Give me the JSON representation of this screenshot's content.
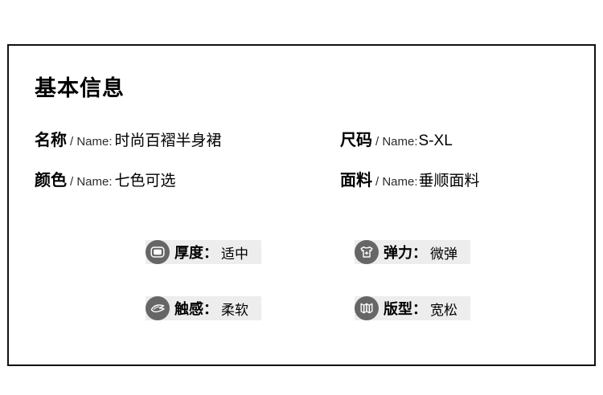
{
  "card": {
    "title": "基本信息",
    "border_color": "#111111",
    "background": "#ffffff"
  },
  "specs": [
    [
      {
        "label": "名称",
        "en": "/ Name:",
        "value": "时尚百褶半身裙",
        "name": "product-name"
      },
      {
        "label": "尺码",
        "en": "/ Name:",
        "value": "S-XL",
        "name": "product-size"
      }
    ],
    [
      {
        "label": "颜色",
        "en": "/ Name:",
        "value": "七色可选",
        "name": "product-color"
      },
      {
        "label": "面料",
        "en": "/ Name:",
        "value": "垂顺面料",
        "name": "product-fabric"
      }
    ]
  ],
  "chips": [
    [
      {
        "icon": "folded-fabric-icon",
        "key": "厚度",
        "sep": "：",
        "value": "适中",
        "name": "chip-thickness"
      },
      {
        "icon": "tshirt-stretch-icon",
        "key": "弹力",
        "sep": "：",
        "value": "微弹",
        "name": "chip-elasticity"
      }
    ],
    [
      {
        "icon": "wavy-cloth-icon",
        "key": "触感",
        "sep": "：",
        "value": "柔软",
        "name": "chip-texture"
      },
      {
        "icon": "pleated-panel-icon",
        "key": "版型",
        "sep": "：",
        "value": "宽松",
        "name": "chip-fit"
      }
    ]
  ],
  "colors": {
    "chip_background": "#ededed",
    "icon_background": "#666666",
    "icon_stroke": "#ffffff",
    "text": "#000000",
    "muted_text": "#2b2b2b"
  }
}
